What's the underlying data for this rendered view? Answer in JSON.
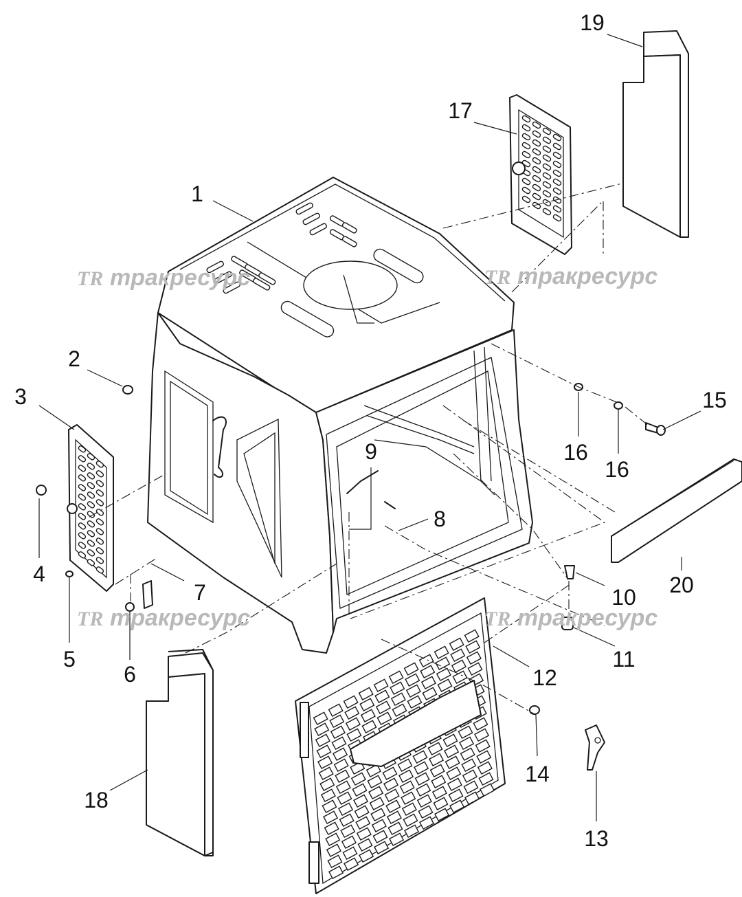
{
  "watermark": {
    "logo": "TR",
    "text": "тракресурс"
  },
  "callouts": [
    {
      "id": "1",
      "label": "1"
    },
    {
      "id": "2",
      "label": "2"
    },
    {
      "id": "3",
      "label": "3"
    },
    {
      "id": "4",
      "label": "4"
    },
    {
      "id": "5",
      "label": "5"
    },
    {
      "id": "6",
      "label": "6"
    },
    {
      "id": "7",
      "label": "7"
    },
    {
      "id": "8",
      "label": "8"
    },
    {
      "id": "9",
      "label": "9"
    },
    {
      "id": "10",
      "label": "10"
    },
    {
      "id": "11",
      "label": "11"
    },
    {
      "id": "12",
      "label": "12"
    },
    {
      "id": "13",
      "label": "13"
    },
    {
      "id": "14",
      "label": "14"
    },
    {
      "id": "15",
      "label": "15"
    },
    {
      "id": "16a",
      "label": "16"
    },
    {
      "id": "16b",
      "label": "16"
    },
    {
      "id": "17",
      "label": "17"
    },
    {
      "id": "18",
      "label": "18"
    },
    {
      "id": "19",
      "label": "19"
    },
    {
      "id": "20",
      "label": "20"
    }
  ]
}
